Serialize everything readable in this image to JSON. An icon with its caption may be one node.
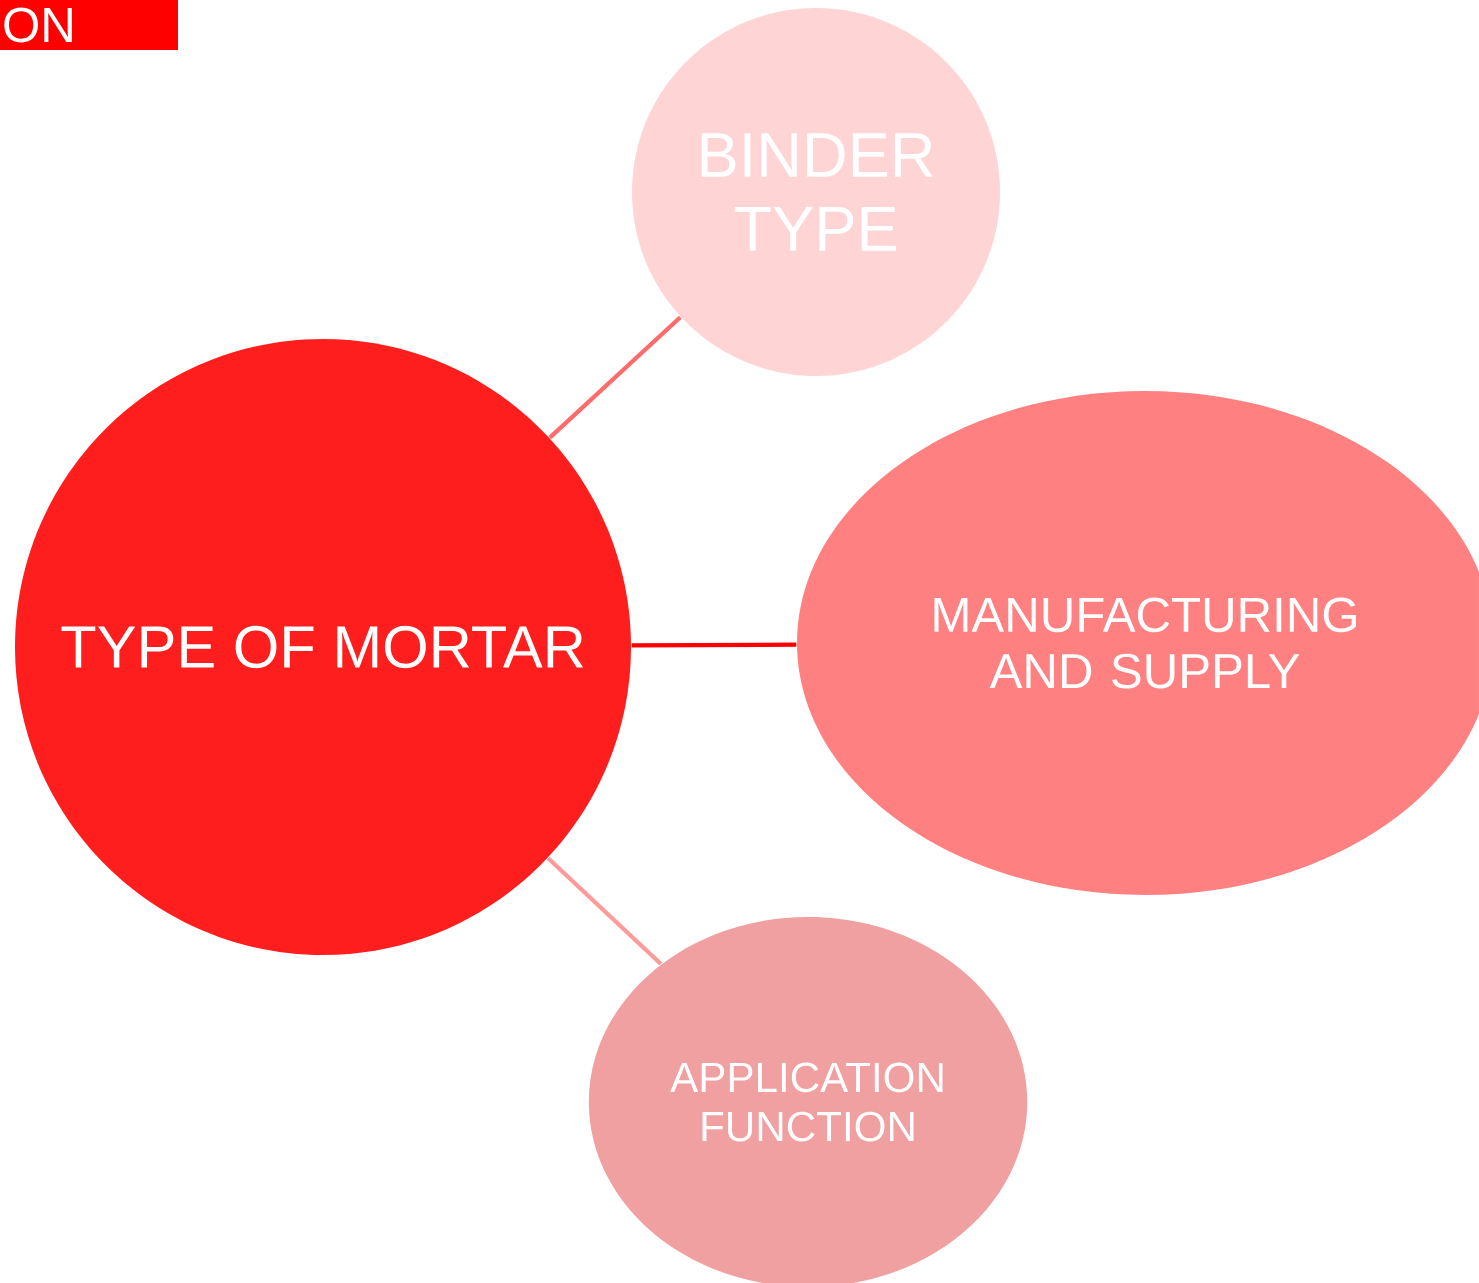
{
  "diagram": {
    "nodes": [
      {
        "text": [
          "ON"
        ]
      },
      {
        "text": [
          "BINDER TYPE"
        ]
      },
      {
        "text": [
          "TYPE OF MORTAR"
        ]
      },
      {
        "text": [
          "MANUFACTURING AND SUPPLY"
        ]
      },
      {
        "text": [
          "APPLICATION FUNCTION"
        ]
      }
    ],
    "edges": [
      {
        "from": 2,
        "to": 1,
        "arrow": "none",
        "color": "#ff6a6a"
      },
      {
        "from": 2,
        "to": 3,
        "arrow": "none",
        "color": "#ff0000"
      },
      {
        "from": 2,
        "to": 4,
        "arrow": "none",
        "color": "#ff9a9a"
      }
    ]
  }
}
